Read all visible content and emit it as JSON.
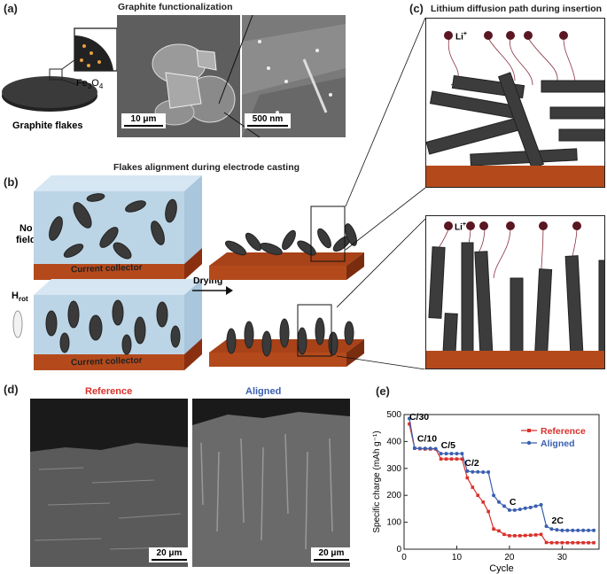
{
  "panel_a": {
    "label": "(a)",
    "title": "Graphite functionalization",
    "caption": "Graphite flakes",
    "fe3o4": "Fe3O4",
    "scale1": "10 μm",
    "scale2": "500 nm"
  },
  "panel_b": {
    "label": "(b)",
    "title": "Flakes alignment during electrode casting",
    "no_field_1": "No",
    "no_field_2": "field",
    "hrot": "Hrot",
    "drying": "Drying",
    "current_collector": "Current collector"
  },
  "panel_c": {
    "label": "(c)",
    "title": "Lithium diffusion path during insertion",
    "li": "Li+"
  },
  "panel_d": {
    "label": "(d)",
    "reference": "Reference",
    "aligned": "Aligned",
    "scale": "20 μm"
  },
  "panel_e": {
    "label": "(e)"
  },
  "colors": {
    "reference": "#d9302b",
    "aligned": "#3a5fb0",
    "copper": "#b44a1c",
    "liquid": "#bcd5e6"
  },
  "chart_data": {
    "type": "line",
    "xlabel": "Cycle",
    "ylabel": "Specific charge (mAh g⁻¹)",
    "xlim": [
      0,
      37
    ],
    "ylim": [
      0,
      500
    ],
    "xticks": [
      0,
      10,
      20,
      30
    ],
    "yticks": [
      0,
      100,
      200,
      300,
      400,
      500
    ],
    "annotations": [
      {
        "text": "C/30",
        "x": 1,
        "y": 480
      },
      {
        "text": "C/10",
        "x": 2.5,
        "y": 400
      },
      {
        "text": "C/5",
        "x": 7,
        "y": 375
      },
      {
        "text": "C/2",
        "x": 11.5,
        "y": 310
      },
      {
        "text": "C",
        "x": 20,
        "y": 165
      },
      {
        "text": "2C",
        "x": 28,
        "y": 95
      }
    ],
    "legend_position": "top-right",
    "series": [
      {
        "name": "Reference",
        "x": [
          1,
          2,
          3,
          4,
          5,
          6,
          7,
          8,
          9,
          10,
          11,
          12,
          13,
          14,
          15,
          16,
          17,
          18,
          19,
          20,
          21,
          22,
          23,
          24,
          25,
          26,
          27,
          28,
          29,
          30,
          31,
          32,
          33,
          34,
          35,
          36
        ],
        "values": [
          465,
          375,
          373,
          372,
          372,
          372,
          335,
          335,
          335,
          335,
          335,
          265,
          230,
          200,
          175,
          140,
          75,
          68,
          55,
          50,
          50,
          50,
          51,
          52,
          53,
          55,
          25,
          24,
          24,
          24,
          24,
          24,
          24,
          24,
          24,
          24
        ]
      },
      {
        "name": "Aligned",
        "x": [
          1,
          2,
          3,
          4,
          5,
          6,
          7,
          8,
          9,
          10,
          11,
          12,
          13,
          14,
          15,
          16,
          17,
          18,
          19,
          20,
          21,
          22,
          23,
          24,
          25,
          26,
          27,
          28,
          29,
          30,
          31,
          32,
          33,
          34,
          35,
          36
        ],
        "values": [
          485,
          375,
          374,
          374,
          374,
          373,
          355,
          355,
          355,
          355,
          355,
          290,
          287,
          287,
          286,
          286,
          200,
          175,
          160,
          145,
          145,
          148,
          152,
          155,
          160,
          165,
          85,
          75,
          72,
          70,
          70,
          70,
          70,
          70,
          70,
          70
        ]
      }
    ]
  }
}
